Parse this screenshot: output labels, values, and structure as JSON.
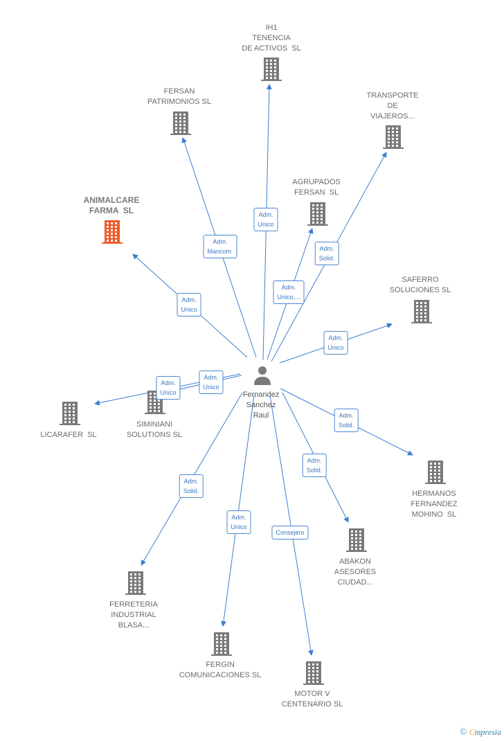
{
  "colors": {
    "edge": "#3a7fd0",
    "building": "#7a7a7a",
    "highlight": "#f05a28"
  },
  "person": {
    "name": "Fernandez\nSanchez\nRaul",
    "icon": "person-icon"
  },
  "companies": [
    {
      "id": "ih1",
      "name": "IH1\nTENENCIA\nDE ACTIVOS  SL",
      "highlight": false
    },
    {
      "id": "fersan-patrimonios",
      "name": "FERSAN\nPATRIMONIOS SL",
      "highlight": false
    },
    {
      "id": "transporte",
      "name": "TRANSPORTE\nDE\nVIAJEROS...",
      "highlight": false
    },
    {
      "id": "agrupados",
      "name": "AGRUPADOS\nFERSAN  SL",
      "highlight": false
    },
    {
      "id": "animalcare",
      "name": "ANIMALCARE\nFARMA  SL",
      "highlight": true
    },
    {
      "id": "saferro",
      "name": "SAFERRO\nSOLUCIONES SL",
      "highlight": false
    },
    {
      "id": "siminiani",
      "name": "SIMINIANI\nSOLUTIONS SL",
      "highlight": false
    },
    {
      "id": "licarafer",
      "name": "LICARAFER  SL",
      "highlight": false
    },
    {
      "id": "hermanos",
      "name": "HERMANOS\nFERNANDEZ\nMOHINO  SL",
      "highlight": false
    },
    {
      "id": "abakon",
      "name": "ABAKON\nASESORES\nCIUDAD...",
      "highlight": false
    },
    {
      "id": "ferreteria",
      "name": "FERRETERIA\nINDUSTRIAL\nBLASA...",
      "highlight": false
    },
    {
      "id": "fergin",
      "name": "FERGIN\nCOMUNICACIONES SL",
      "highlight": false
    },
    {
      "id": "motor",
      "name": "MOTOR V\nCENTENARIO SL",
      "highlight": false
    }
  ],
  "relations": [
    {
      "to": "ih1",
      "label": "Adm.\nUnico"
    },
    {
      "to": "fersan-patrimonios",
      "label": "Adm.\nMancom."
    },
    {
      "to": "transporte",
      "label": "Adm.\nSolid."
    },
    {
      "to": "agrupados",
      "label": "Adm.\nUnico,..."
    },
    {
      "to": "animalcare",
      "label": "Adm.\nUnico"
    },
    {
      "to": "saferro",
      "label": "Adm.\nUnico"
    },
    {
      "to": "siminiani",
      "label": "Adm.\nUnico"
    },
    {
      "to": "licarafer",
      "label": "Adm.\nUnico"
    },
    {
      "to": "hermanos",
      "label": "Adm.\nSolid."
    },
    {
      "to": "abakon",
      "label": "Adm.\nSolid."
    },
    {
      "to": "ferreteria",
      "label": "Adm.\nSolid."
    },
    {
      "to": "fergin",
      "label": "Adm.\nUnico"
    },
    {
      "to": "motor",
      "label": "Consejero"
    }
  ],
  "brand": {
    "copyright": "©",
    "first_letter": "C",
    "rest": "mpresia"
  }
}
